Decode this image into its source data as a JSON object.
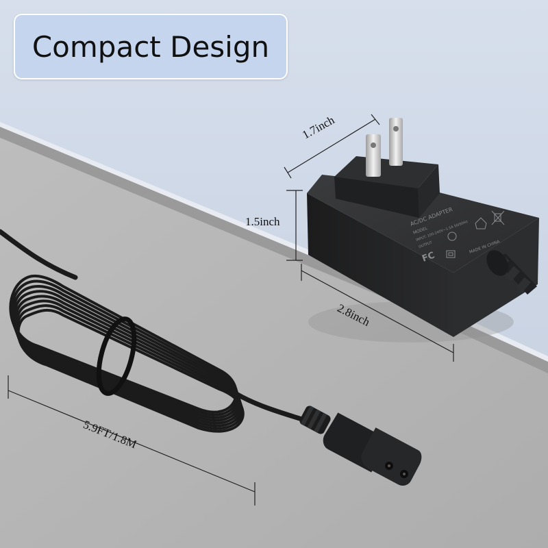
{
  "header": {
    "title": "Compact Design"
  },
  "dimensions": {
    "plug_width": "1.7inch",
    "plug_height": "1.5inch",
    "plug_length": "2.8inch",
    "cable_length": "5.9FT/1.8M"
  },
  "adapter_label": {
    "line1": "AC/DC ADAPTER",
    "line2": "MODEL",
    "line3": "INPUT: 100-240V~1.5A 50/60Hz",
    "line4": "OUTPUT",
    "origin": "MADE IN CHINA",
    "fcc_mark": "FC"
  },
  "colors": {
    "wall": "#d0d9e8",
    "floor": "#b4b4b4",
    "ledge": "#9b9b9b",
    "title_bg": "#c6d5ee",
    "adapter": "#242526",
    "cable": "#1b1b1b",
    "prong": "#d9d9d9"
  }
}
